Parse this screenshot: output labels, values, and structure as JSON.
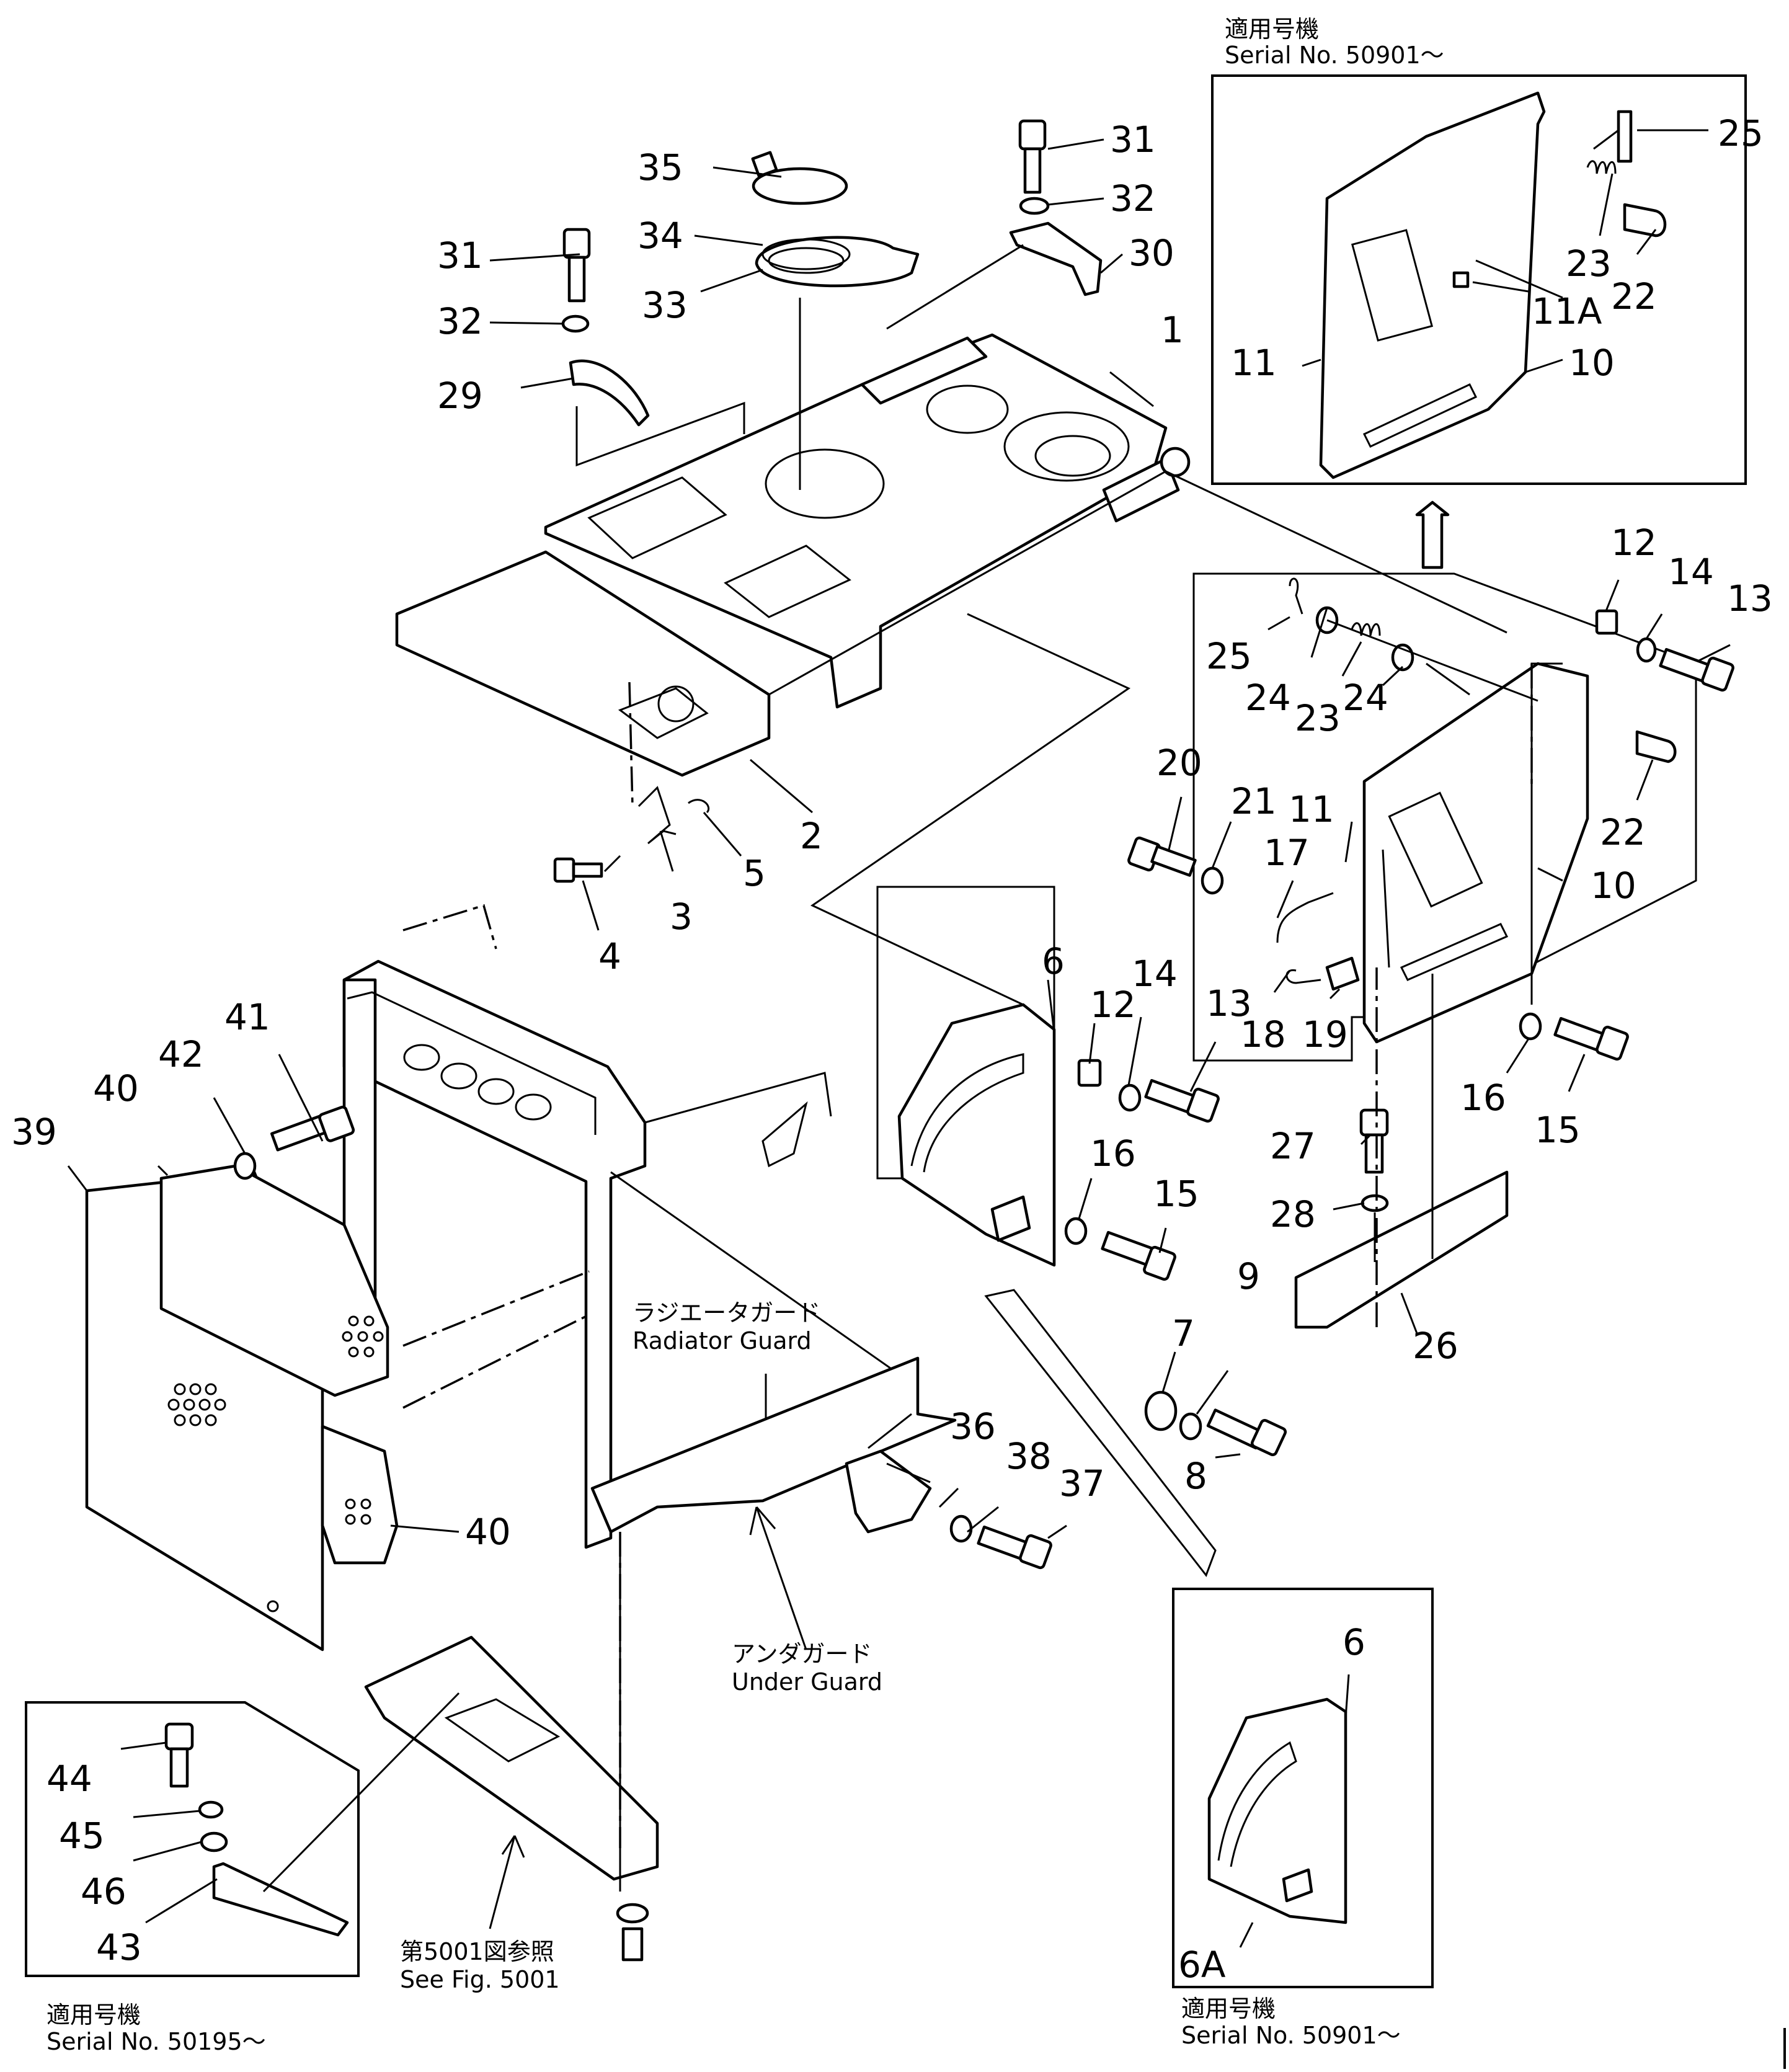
{
  "callouts": {
    "c1": "1",
    "c2": "2",
    "c3": "3",
    "c4": "4",
    "c5": "5",
    "c6": "6",
    "c6b": "6",
    "c6a": "6A",
    "c7": "7",
    "c8": "8",
    "c9": "9",
    "c10": "10",
    "c10b": "10",
    "c11": "11",
    "c11b": "11",
    "c11a": "11A",
    "c12": "12",
    "c12b": "12",
    "c13": "13",
    "c13b": "13",
    "c14": "14",
    "c14b": "14",
    "c15": "15",
    "c15b": "15",
    "c16": "16",
    "c16b": "16",
    "c17": "17",
    "c18": "18",
    "c19": "19",
    "c20": "20",
    "c21": "21",
    "c22": "22",
    "c22b": "22",
    "c23": "23",
    "c23b": "23",
    "c24": "24",
    "c24b": "24",
    "c25": "25",
    "c25b": "25",
    "c26": "26",
    "c27": "27",
    "c28": "28",
    "c29": "29",
    "c30": "30",
    "c31": "31",
    "c31b": "31",
    "c32": "32",
    "c32b": "32",
    "c33": "33",
    "c34": "34",
    "c35": "35",
    "c36": "36",
    "c37": "37",
    "c38": "38",
    "c39": "39",
    "c40": "40",
    "c40b": "40",
    "c41": "41",
    "c42": "42",
    "c43": "43",
    "c44": "44",
    "c45": "45",
    "c46": "46"
  },
  "captions": {
    "serial_top_jp": "適用号機",
    "serial_top": "Serial No. 50901～",
    "radiator_jp": "ラジエータガード",
    "radiator_en": "Radiator Guard",
    "under_jp": "アンダガード",
    "under_en": "Under Guard",
    "seefig_jp": "第5001図参照",
    "seefig_en": "See Fig. 5001",
    "serial_bl_jp": "適用号機",
    "serial_bl": "Serial No. 50195～",
    "serial_br_jp": "適用号機",
    "serial_br": "Serial No. 50901～"
  }
}
